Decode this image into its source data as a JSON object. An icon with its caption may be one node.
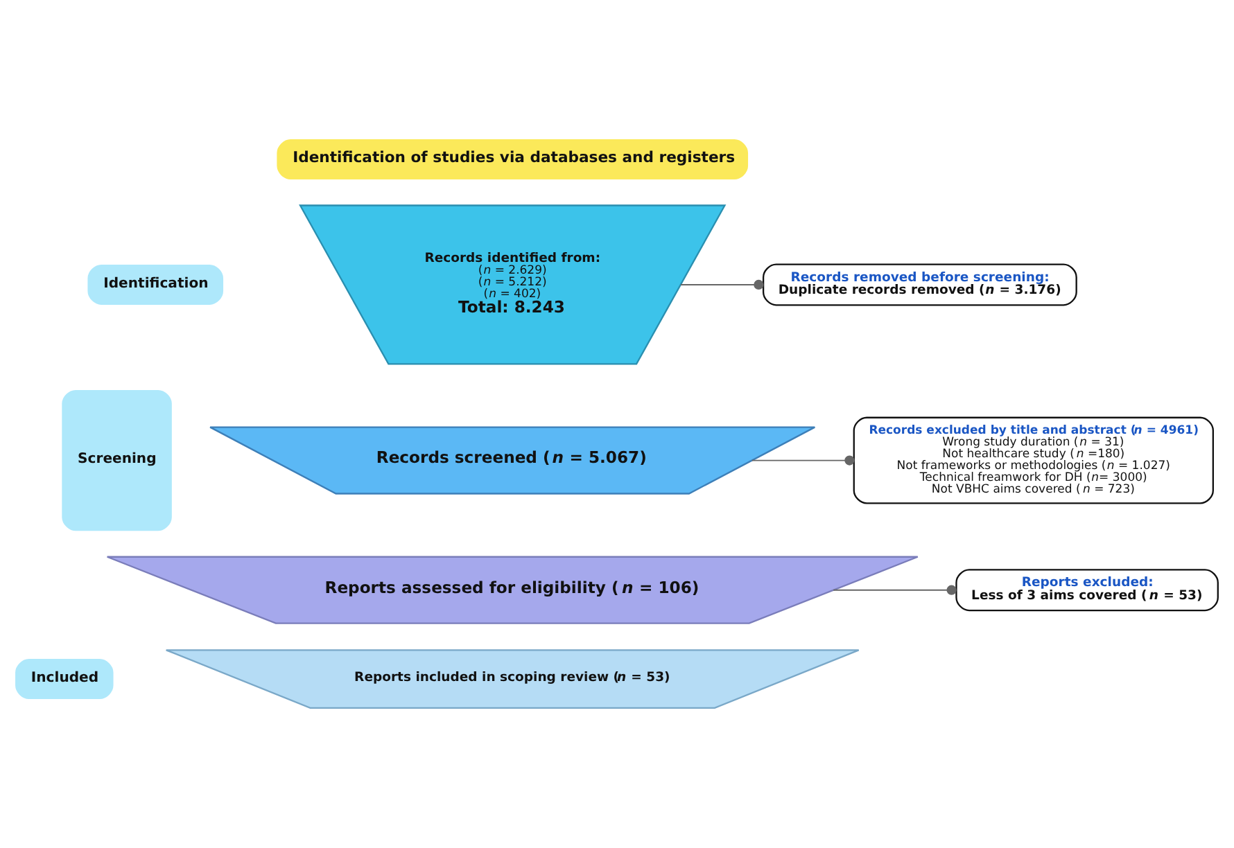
{
  "diagram": {
    "nodes": [
      {
        "text": [
          "Identification of studies via databases and registers"
        ]
      },
      {
        "text": [
          "Identification"
        ]
      },
      {
        "text": [
          "Screening"
        ]
      },
      {
        "text": [
          "Included"
        ]
      },
      {
        "text": [
          "Records identified from:",
          "(*n* = 2.629)",
          "(*n* = 5.212)",
          "(*n* = 402)",
          "Total: 8.243"
        ]
      },
      {
        "text": [
          "Records screened (*n* = 5.067)"
        ]
      },
      {
        "text": [
          "Reports assessed for eligibility (*n* = 106)"
        ]
      },
      {
        "text": [
          "Reports included in scoping review (*n* = 53)"
        ]
      },
      {
        "text": [
          "Records removed before screening:",
          "Duplicate records removed (*n* = 3.176)"
        ]
      },
      {
        "text": [
          "Records excluded by title and abstract (*n* = 4961)",
          "Wrong study duration (*n* = 31)",
          "Not healthcare study (*n* =180)",
          "Not frameworks or methodologies (*n* = 1.027)",
          "Technical freamwork for DH (*n*= 3000)",
          "Not VBHC aims covered (*n* = 723)"
        ]
      },
      {
        "text": [
          "Reports excluded:",
          "Less of 3 aims covered (*n* = 53)"
        ]
      }
    ],
    "edges": [
      {
        "from": 4,
        "to": 8,
        "arrow": "other"
      },
      {
        "from": 5,
        "to": 9,
        "arrow": "other"
      },
      {
        "from": 6,
        "to": 10,
        "arrow": "other"
      }
    ]
  }
}
